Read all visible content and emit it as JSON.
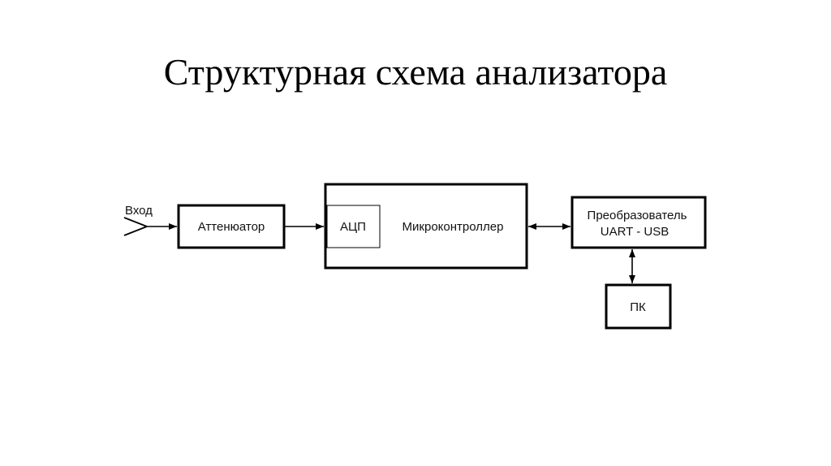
{
  "title": "Структурная схема анализатора",
  "diagram": {
    "input_label": "Вход",
    "blocks": {
      "attenuator": "Аттенюатор",
      "adc": "АЦП",
      "microcontroller": "Микроконтроллер",
      "converter_line1": "Преобразователь",
      "converter_line2": "UART - USB",
      "pc": "ПК"
    },
    "connections": [
      {
        "from": "input",
        "to": "attenuator",
        "direction": "one-way"
      },
      {
        "from": "attenuator",
        "to": "adc",
        "direction": "one-way"
      },
      {
        "from": "microcontroller",
        "to": "converter",
        "direction": "two-way"
      },
      {
        "from": "converter",
        "to": "pc",
        "direction": "two-way"
      }
    ],
    "colors": {
      "stroke": "#000000",
      "background": "#ffffff"
    }
  }
}
